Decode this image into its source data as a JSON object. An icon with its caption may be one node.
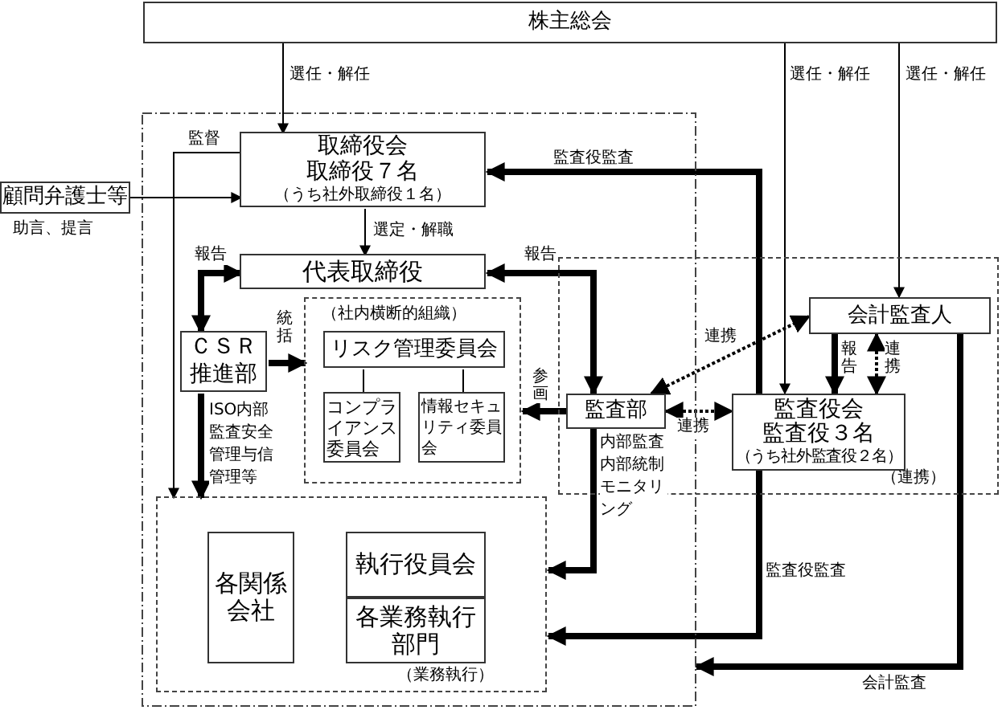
{
  "diagram": {
    "nodes": [
      {
        "text": [
          "株主総会"
        ]
      },
      {
        "text": [],
        "shape": "box"
      },
      {
        "text": [
          "取締役会",
          "取締役７名",
          "（うち社外取締役１名）"
        ],
        "in": 1
      },
      {
        "text": [
          "顧問弁護士等"
        ],
        "beside": [
          "助言、提言"
        ]
      },
      {
        "text": [
          "代表取締役"
        ],
        "in": 1
      },
      {
        "text": [
          "ＣＳＲ推進部"
        ],
        "in": 1
      },
      {
        "text": [
          "（社内横断的組織）"
        ],
        "in": 1
      },
      {
        "text": [
          "リスク管理委員会"
        ],
        "in": 6
      },
      {
        "text": [
          "コンプライアンス委員会"
        ],
        "in": 6
      },
      {
        "text": [
          "情報セキュリティ委員会"
        ],
        "in": 6
      },
      {
        "text": [
          "（連携）"
        ]
      },
      {
        "text": [
          "監査部"
        ]
      },
      {
        "text": [
          "会計監査人"
        ],
        "in": 10
      },
      {
        "text": [
          "監査役会",
          "監査役３名",
          "（うち社外監査役２名）"
        ],
        "in": 10
      },
      {
        "text": [
          "（業務執行）"
        ],
        "in": 1
      },
      {
        "text": [
          "各関係会社"
        ],
        "in": 14
      },
      {
        "text": [
          "執行役員会"
        ],
        "in": 14
      },
      {
        "text": [
          "各業務執行部門"
        ],
        "in": 14
      }
    ],
    "edges": [
      {
        "from": 0,
        "to": 2,
        "arrow": "to",
        "label": "選任・解任"
      },
      {
        "from": 0,
        "to": 13,
        "arrow": "to",
        "label": "選任・解任"
      },
      {
        "from": 0,
        "to": 12,
        "arrow": "to",
        "label": "選任・解任"
      },
      {
        "from": 3,
        "to": 2,
        "arrow": "to"
      },
      {
        "from": 2,
        "to": 4,
        "arrow": "to",
        "label": "選定・解職"
      },
      {
        "from": 13,
        "to": 2,
        "arrow": "to",
        "label": "監査役監査",
        "style": "thick"
      },
      {
        "from": 4,
        "to": 11,
        "arrow": "both",
        "label": "報告",
        "style": "thick"
      },
      {
        "from": 4,
        "to": 5,
        "arrow": "both",
        "label": "報告",
        "style": "thick"
      },
      {
        "from": 5,
        "to": 6,
        "arrow": "to",
        "label": "統括",
        "style": "thick"
      },
      {
        "from": 7,
        "to": 8,
        "arrow": "none"
      },
      {
        "from": 7,
        "to": 9,
        "arrow": "none"
      },
      {
        "from": 2,
        "to": 14,
        "arrow": "to",
        "label": "監督"
      },
      {
        "from": 5,
        "to": 14,
        "arrow": "to",
        "label": "ISO内部監査安全管理与信管理等",
        "style": "thick"
      },
      {
        "from": 11,
        "to": 6,
        "arrow": "to",
        "label": "参画",
        "style": "thick"
      },
      {
        "from": 11,
        "to": 14,
        "arrow": "to",
        "label": "内部監査内部統制モニタリング",
        "style": "thick"
      },
      {
        "from": 11,
        "to": 13,
        "arrow": "both",
        "label": "連携",
        "style": "dashed"
      },
      {
        "from": 11,
        "to": 12,
        "arrow": "both",
        "label": "連携",
        "style": "dashed"
      },
      {
        "from": 12,
        "to": 13,
        "arrow": "to",
        "label": "報告",
        "style": "thick"
      },
      {
        "from": 12,
        "to": 13,
        "arrow": "both",
        "label": "連携",
        "style": "dashed"
      },
      {
        "from": 13,
        "to": 14,
        "arrow": "to",
        "label": "監査役監査",
        "style": "thick"
      },
      {
        "from": 12,
        "to": 1,
        "arrow": "to",
        "label": "会計監査",
        "style": "thick"
      }
    ]
  }
}
